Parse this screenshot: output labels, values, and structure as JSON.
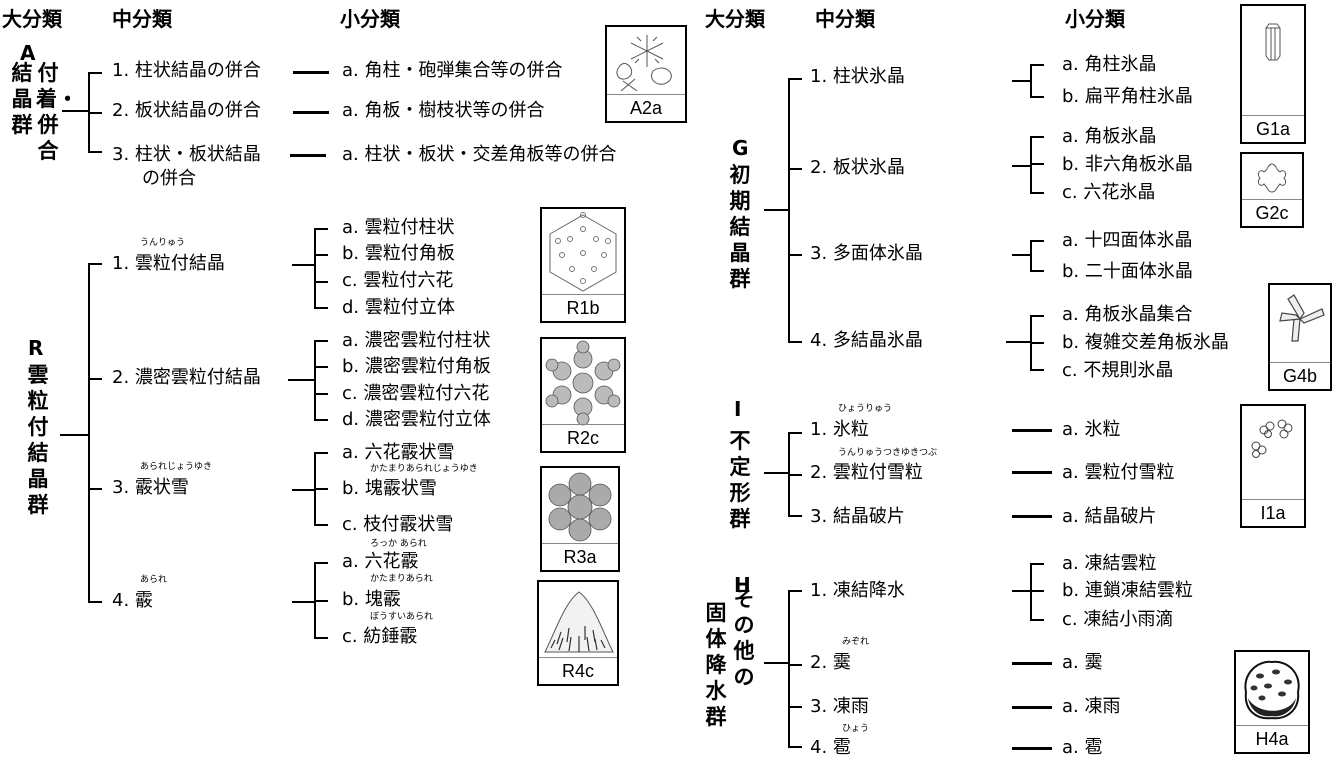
{
  "headers": {
    "major": "大分類",
    "middle": "中分類",
    "minor": "小分類"
  },
  "groups": {
    "A": {
      "code": "A",
      "name_col1": "結晶群",
      "name_col2": "付着・併合",
      "middle": [
        "1.  柱状結晶の併合",
        "2.  板状結晶の併合",
        "3.  柱状・板状結晶",
        "の併合"
      ],
      "minor": [
        "a. 角柱・砲弾集合等の併合",
        "a. 角板・樹枝状等の併合",
        "a. 柱状・板状・交差角板等の併合"
      ],
      "image": "A2a"
    },
    "R": {
      "code": "R",
      "name": "雲粒付結晶群",
      "middle": [
        "1. 雲粒付結晶",
        "2.  濃密雲粒付結晶",
        "3.  霰状雪",
        "4.  霰"
      ],
      "middle_ruby": [
        "うんりゅう",
        "あられじょうゆき",
        "あられ"
      ],
      "minor_1": [
        "a. 雲粒付柱状",
        "b. 雲粒付角板",
        "c. 雲粒付六花",
        "d.  雲粒付立体"
      ],
      "minor_2": [
        "a. 濃密雲粒付柱状",
        "b. 濃密雲粒付角板",
        "c. 濃密雲粒付六花",
        "d. 濃密雲粒付立体"
      ],
      "minor_3": [
        "a. 六花霰状雪",
        "b. 塊霰状雪",
        "c. 枝付霰状雪"
      ],
      "minor_3_ruby": [
        "かたまりあられじょうゆき"
      ],
      "minor_4": [
        "a. 六花霰",
        "b. 塊霰",
        "c. 紡錘霰"
      ],
      "minor_4_ruby": [
        "ろっか  あられ",
        "かたまりあられ",
        "ぼうすいあられ"
      ],
      "images": [
        "R1b",
        "R2c",
        "R3a",
        "R4c"
      ]
    },
    "G": {
      "code": "G",
      "name": "初期結晶群",
      "middle": [
        "1.  柱状氷晶",
        "2.  板状氷晶",
        "3.  多面体氷晶",
        "4.  多結晶氷晶"
      ],
      "minor_1": [
        "a. 角柱氷晶",
        "b. 扁平角柱氷晶"
      ],
      "minor_2": [
        "a. 角板氷晶",
        "b. 非六角板氷晶",
        "c. 六花氷晶"
      ],
      "minor_3": [
        "a. 十四面体氷晶",
        "b. 二十面体氷晶"
      ],
      "minor_4": [
        "a. 角板氷晶集合",
        "b. 複雑交差角板氷晶",
        "c. 不規則氷晶"
      ],
      "images": [
        "G1a",
        "G2c",
        "G4b"
      ]
    },
    "I": {
      "code": "I",
      "name": "不定形群",
      "middle": [
        "1. 氷粒",
        "2.  雲粒付雪粒",
        "3.  結晶破片"
      ],
      "middle_ruby": [
        "ひょうりゅう",
        "うんりゅうつきゆきつぶ"
      ],
      "minor": [
        "a. 氷粒",
        "a. 雲粒付雪粒",
        "a. 結晶破片"
      ],
      "image": "I1a"
    },
    "H": {
      "code": "H",
      "name_col1": "固体降水群",
      "name_col2": "その他の",
      "middle": [
        "1.  凍結降水",
        "2.  霙",
        "3.  凍雨",
        "4.  雹"
      ],
      "middle_ruby": [
        "みぞれ",
        "ひょう"
      ],
      "minor_1": [
        "a. 凍結雲粒",
        "b. 連鎖凍結雲粒",
        "c. 凍結小雨滴"
      ],
      "minor_single": [
        "a. 霙",
        "a. 凍雨",
        "a. 雹"
      ],
      "image": "H4a"
    }
  }
}
